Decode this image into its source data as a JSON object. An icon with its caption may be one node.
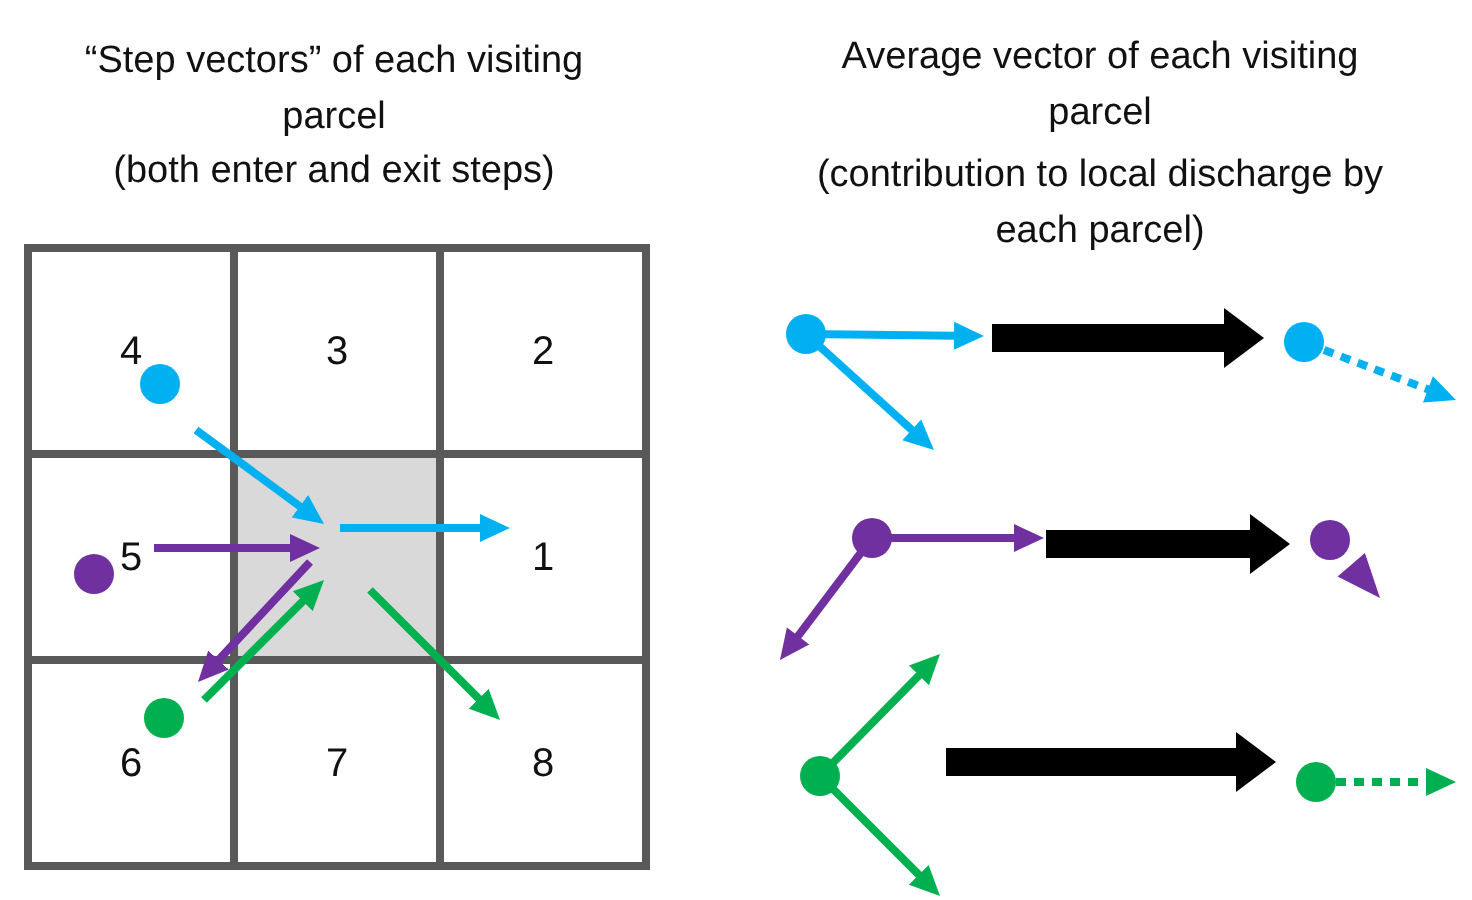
{
  "diagram": {
    "nodes": [
      {
        "text": [
          "4"
        ]
      },
      {
        "text": [
          "3"
        ]
      },
      {
        "text": [
          "2"
        ]
      },
      {
        "text": [
          "5"
        ]
      },
      {
        "text": [],
        "shape": "box"
      },
      {
        "text": [
          "1"
        ]
      },
      {
        "text": [
          "6"
        ]
      },
      {
        "text": [
          "7"
        ]
      },
      {
        "text": [
          "8"
        ]
      },
      {
        "text": [],
        "shape": "circle",
        "in": 0
      },
      {
        "text": [],
        "shape": "circle",
        "in": 3
      },
      {
        "text": [],
        "shape": "circle",
        "in": 6
      },
      {
        "text": [],
        "shape": "picture"
      },
      {
        "text": [],
        "shape": "picture"
      },
      {
        "text": [],
        "shape": "picture"
      },
      {
        "text": [],
        "shape": "picture"
      },
      {
        "text": [],
        "shape": "picture"
      },
      {
        "text": [],
        "shape": "picture"
      }
    ],
    "edges": [
      {
        "from": 9,
        "to": 4,
        "arrow": "to",
        "color": "#00b0f0"
      },
      {
        "from": 4,
        "to": 5,
        "arrow": "to",
        "color": "#00b0f0"
      },
      {
        "from": 10,
        "to": 4,
        "arrow": "to",
        "color": "#7030a0"
      },
      {
        "from": 4,
        "to": 6,
        "arrow": "to",
        "color": "#7030a0"
      },
      {
        "from": 11,
        "to": 4,
        "arrow": "to",
        "color": "#00b050"
      },
      {
        "from": 4,
        "to": 8,
        "arrow": "to",
        "color": "#00b050"
      },
      {
        "from": 12,
        "to": 13,
        "arrow": "to",
        "style": "thick",
        "color": "#000000"
      },
      {
        "from": 14,
        "to": 15,
        "arrow": "to",
        "style": "thick",
        "color": "#000000"
      },
      {
        "from": 16,
        "to": 17,
        "arrow": "to",
        "style": "thick",
        "color": "#000000"
      }
    ],
    "labels": [
      "“Step vectors” of each visiting parcel",
      "(both enter and exit steps)",
      "Average vector of each visiting parcel",
      "(contribution to local discharge by each parcel)"
    ]
  }
}
